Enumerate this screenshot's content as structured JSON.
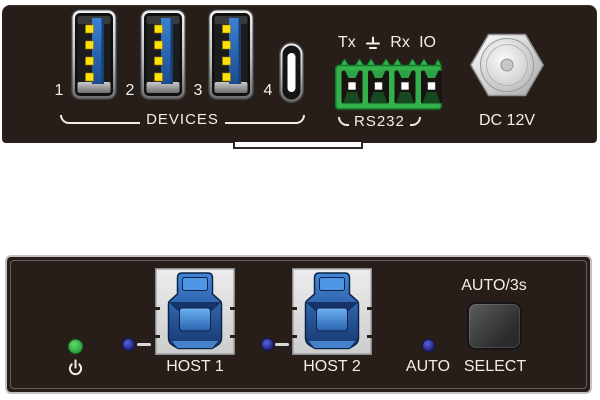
{
  "top_panel": {
    "port_numbers": [
      "1",
      "2",
      "3",
      "4"
    ],
    "devices_label": "DEVICES",
    "rs232": {
      "tx": "Tx",
      "rx": "Rx",
      "io": "IO",
      "label": "RS232"
    },
    "dc_label": "DC 12V"
  },
  "bottom_panel": {
    "host1_label": "HOST 1",
    "host2_label": "HOST 2",
    "auto_label": "AUTO",
    "select_label": "SELECT",
    "select_mode_label": "AUTO/3s"
  },
  "icons": {
    "ground": "earth-ground",
    "power": "power-standby"
  },
  "colors": {
    "panel_dark": "#271d19",
    "terminal_green": "#33b24c",
    "usb_blue": "#2f6fc0",
    "pin_yellow": "#ffe10a",
    "power_led_green": "#3ab54a",
    "host_led_blue": "#2c2f9e",
    "label_white": "#f2efe9"
  }
}
